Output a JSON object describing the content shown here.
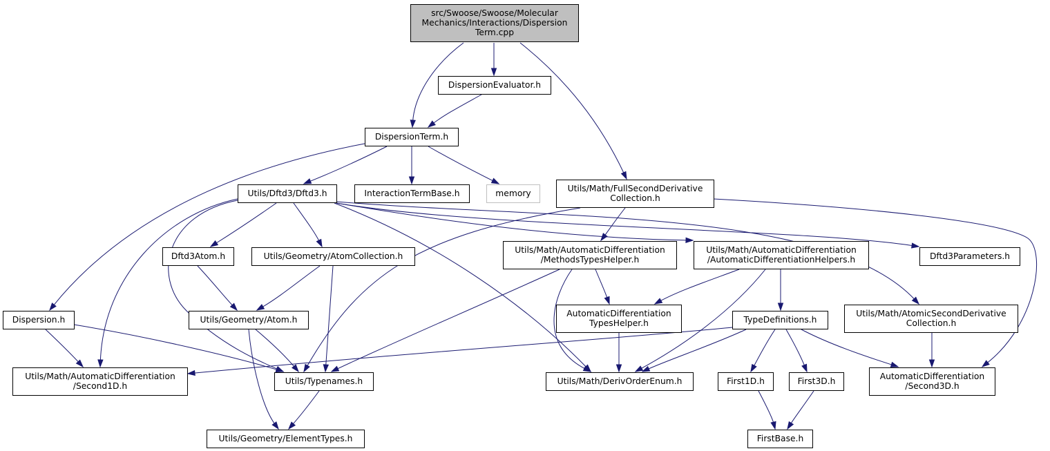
{
  "colors": {
    "edge": "#191970",
    "root_fill": "#bfbfbf",
    "node_fill": "#ffffff",
    "node_border": "#000000",
    "external_border": "#bfbfbf"
  },
  "nodes": {
    "root": [
      "src/Swoose/Swoose/Molecular",
      "Mechanics/Interactions/Dispersion",
      "Term.cpp"
    ],
    "dispersion_evaluator": [
      "DispersionEvaluator.h"
    ],
    "dispersion_term": [
      "DispersionTerm.h"
    ],
    "dftd3": [
      "Utils/Dftd3/Dftd3.h"
    ],
    "interaction_term_base": [
      "InteractionTermBase.h"
    ],
    "memory": [
      "memory"
    ],
    "full_second_derivative": [
      "Utils/Math/FullSecondDerivative",
      "Collection.h"
    ],
    "dftd3_atom": [
      "Dftd3Atom.h"
    ],
    "atom_collection": [
      "Utils/Geometry/AtomCollection.h"
    ],
    "methods_types_helper": [
      "Utils/Math/AutomaticDifferentiation",
      "/MethodsTypesHelper.h"
    ],
    "ad_helpers": [
      "Utils/Math/AutomaticDifferentiation",
      "/AutomaticDifferentiationHelpers.h"
    ],
    "dftd3_parameters": [
      "Dftd3Parameters.h"
    ],
    "dispersion": [
      "Dispersion.h"
    ],
    "atom": [
      "Utils/Geometry/Atom.h"
    ],
    "ad_types_helper": [
      "AutomaticDifferentiation",
      "TypesHelper.h"
    ],
    "type_definitions": [
      "TypeDefinitions.h"
    ],
    "atomic_second_derivative": [
      "Utils/Math/AtomicSecondDerivative",
      "Collection.h"
    ],
    "second1d": [
      "Utils/Math/AutomaticDifferentiation",
      "/Second1D.h"
    ],
    "typenames": [
      "Utils/Typenames.h"
    ],
    "deriv_order_enum": [
      "Utils/Math/DerivOrderEnum.h"
    ],
    "first1d": [
      "First1D.h"
    ],
    "first3d": [
      "First3D.h"
    ],
    "second3d": [
      "AutomaticDifferentiation",
      "/Second3D.h"
    ],
    "element_types": [
      "Utils/Geometry/ElementTypes.h"
    ],
    "first_base": [
      "FirstBase.h"
    ]
  },
  "edges": [
    [
      "root",
      "dispersion_term"
    ],
    [
      "root",
      "dispersion_evaluator"
    ],
    [
      "root",
      "full_second_derivative"
    ],
    [
      "dispersion_evaluator",
      "dispersion_term"
    ],
    [
      "dispersion_term",
      "dispersion"
    ],
    [
      "dispersion_term",
      "dftd3"
    ],
    [
      "dispersion_term",
      "interaction_term_base"
    ],
    [
      "dispersion_term",
      "memory"
    ],
    [
      "dftd3",
      "second1d"
    ],
    [
      "dftd3",
      "typenames"
    ],
    [
      "dftd3",
      "dftd3_atom"
    ],
    [
      "dftd3",
      "atom_collection"
    ],
    [
      "dftd3",
      "deriv_order_enum"
    ],
    [
      "dftd3",
      "ad_helpers"
    ],
    [
      "dftd3",
      "dftd3_parameters"
    ],
    [
      "dftd3",
      "atomic_second_derivative"
    ],
    [
      "full_second_derivative",
      "typenames"
    ],
    [
      "full_second_derivative",
      "methods_types_helper"
    ],
    [
      "full_second_derivative",
      "second3d"
    ],
    [
      "dftd3_atom",
      "atom"
    ],
    [
      "atom_collection",
      "atom"
    ],
    [
      "atom_collection",
      "typenames"
    ],
    [
      "methods_types_helper",
      "typenames"
    ],
    [
      "methods_types_helper",
      "deriv_order_enum"
    ],
    [
      "methods_types_helper",
      "ad_types_helper"
    ],
    [
      "ad_helpers",
      "ad_types_helper"
    ],
    [
      "ad_helpers",
      "deriv_order_enum"
    ],
    [
      "ad_helpers",
      "type_definitions"
    ],
    [
      "dispersion",
      "second1d"
    ],
    [
      "dispersion",
      "typenames"
    ],
    [
      "atom",
      "typenames"
    ],
    [
      "atom",
      "element_types"
    ],
    [
      "ad_types_helper",
      "deriv_order_enum"
    ],
    [
      "type_definitions",
      "second1d"
    ],
    [
      "type_definitions",
      "deriv_order_enum"
    ],
    [
      "type_definitions",
      "first1d"
    ],
    [
      "type_definitions",
      "first3d"
    ],
    [
      "type_definitions",
      "second3d"
    ],
    [
      "atomic_second_derivative",
      "second3d"
    ],
    [
      "typenames",
      "element_types"
    ],
    [
      "first1d",
      "first_base"
    ],
    [
      "first3d",
      "first_base"
    ]
  ]
}
